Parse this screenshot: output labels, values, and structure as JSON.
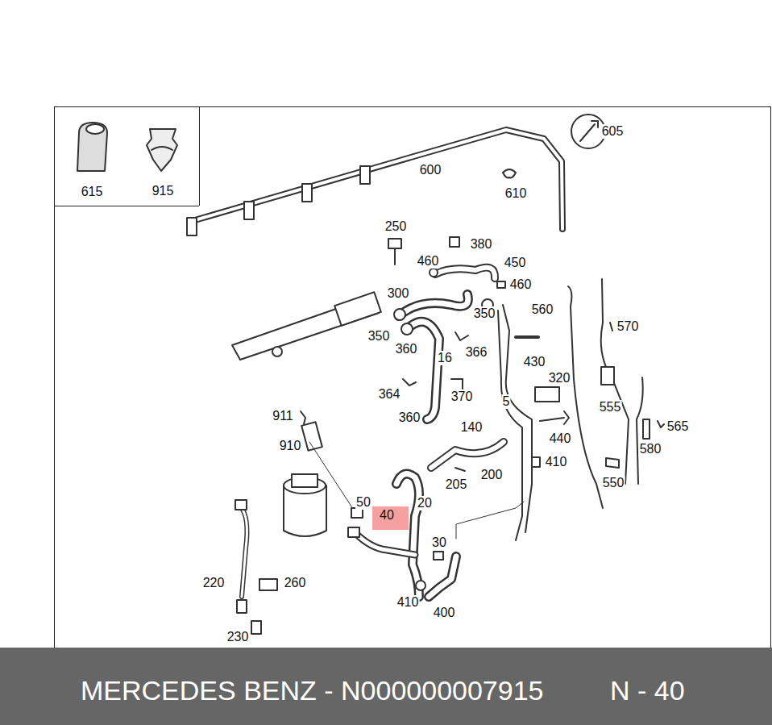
{
  "diagram": {
    "nodes": [
      {
        "text": [
          "615"
        ]
      },
      {
        "text": [
          "915"
        ]
      },
      {
        "text": [
          "40"
        ]
      },
      {
        "text": [
          "MERCEDES BENZ - N000000007915",
          "N - 40"
        ]
      }
    ],
    "edges": [],
    "labels": [
      "605",
      "600",
      "610",
      "250",
      "380",
      "460",
      "450",
      "300",
      "460",
      "350",
      "560",
      "570",
      "350",
      "360",
      "16",
      "366",
      "430",
      "320",
      "364",
      "370",
      "5",
      "555",
      "911",
      "360",
      "140",
      "440",
      "565",
      "910",
      "410",
      "580",
      "200",
      "205",
      "550",
      "50",
      "20",
      "30",
      "220",
      "260",
      "410",
      "400",
      "230"
    ]
  }
}
